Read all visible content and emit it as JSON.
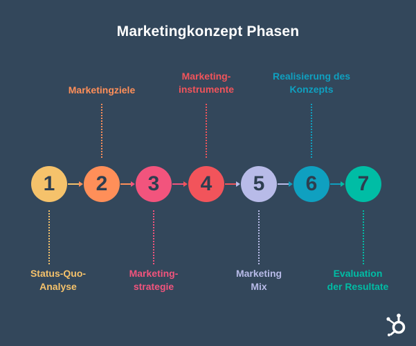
{
  "title": "Marketingkonzept Phasen",
  "steps": [
    {
      "number": "1",
      "color": "#f5c26b",
      "label_lines": [
        "Status-Quo-",
        "Analyse"
      ],
      "label_position": "below"
    },
    {
      "number": "2",
      "color": "#ff8f59",
      "label_lines": [
        "Marketingziele"
      ],
      "label_position": "above"
    },
    {
      "number": "3",
      "color": "#f2547d",
      "label_lines": [
        "Marketing-",
        "strategie"
      ],
      "label_position": "below"
    },
    {
      "number": "4",
      "color": "#f2545b",
      "label_lines": [
        "Marketing-",
        "instrumente"
      ],
      "label_position": "above"
    },
    {
      "number": "5",
      "color": "#b8bbe8",
      "label_lines": [
        "Marketing",
        "Mix"
      ],
      "label_position": "below"
    },
    {
      "number": "6",
      "color": "#0fa0c0",
      "label_lines": [
        "Realisierung des",
        "Konzepts"
      ],
      "label_position": "above"
    },
    {
      "number": "7",
      "color": "#00bda5",
      "label_lines": [
        "Evaluation",
        "der Resultate"
      ],
      "label_position": "below"
    }
  ],
  "logo": {
    "icon": "hubspot-sprocket-icon",
    "color": "#ffffff"
  }
}
